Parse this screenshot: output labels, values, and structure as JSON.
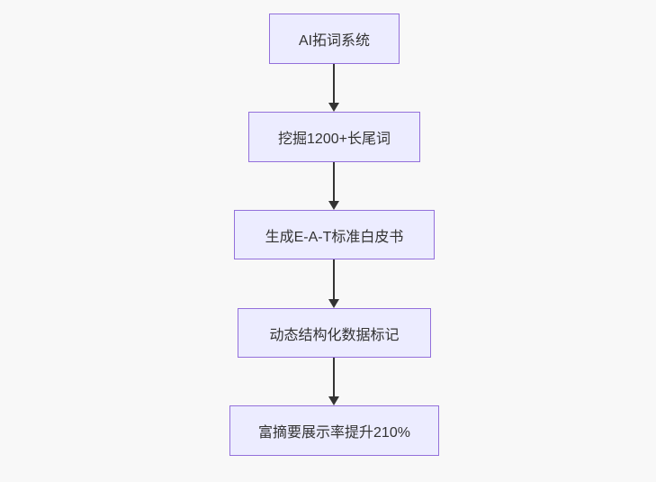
{
  "diagram": {
    "type": "flowchart",
    "direction": "top-down",
    "nodes": [
      {
        "label": "AI拓词系统"
      },
      {
        "label": "挖掘1200+长尾词"
      },
      {
        "label": "生成E-A-T标准白皮书"
      },
      {
        "label": "动态结构化数据标记"
      },
      {
        "label": "富摘要展示率提升210%"
      }
    ],
    "edges": [
      {
        "from": 0,
        "to": 1
      },
      {
        "from": 1,
        "to": 2
      },
      {
        "from": 2,
        "to": 3
      },
      {
        "from": 3,
        "to": 4
      }
    ],
    "colors": {
      "background": "#f8f8f8",
      "node_fill": "#ececff",
      "node_border": "#9370db",
      "node_text": "#333333",
      "arrow": "#333333"
    }
  }
}
